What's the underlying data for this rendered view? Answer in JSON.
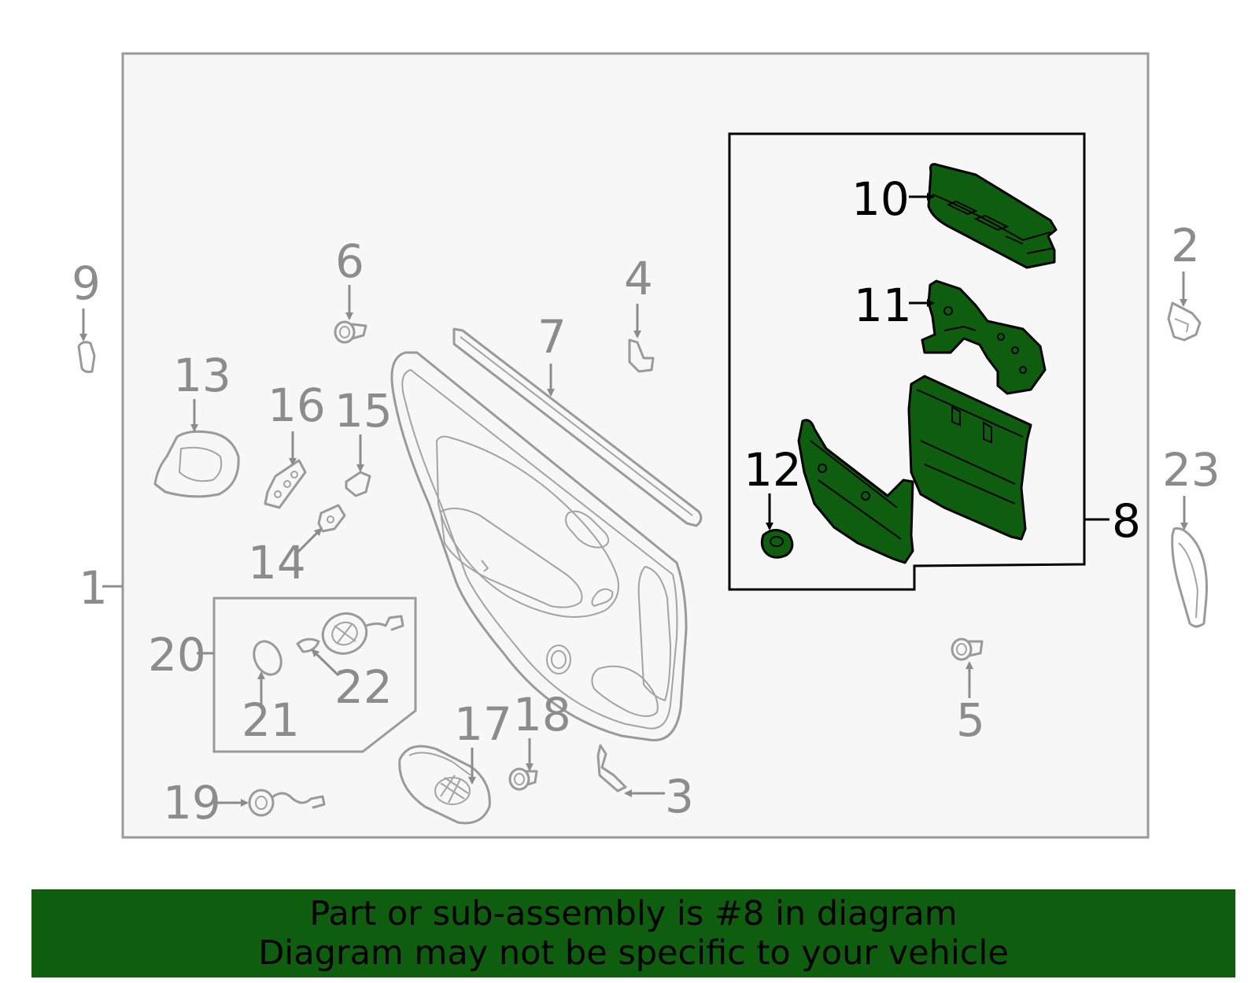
{
  "callouts": {
    "c1": "1",
    "c2": "2",
    "c3": "3",
    "c4": "4",
    "c5": "5",
    "c6": "6",
    "c7": "7",
    "c8": "8",
    "c9": "9",
    "c10": "10",
    "c11": "11",
    "c12": "12",
    "c13": "13",
    "c14": "14",
    "c15": "15",
    "c16": "16",
    "c17": "17",
    "c18": "18",
    "c19": "19",
    "c20": "20",
    "c21": "21",
    "c22": "22",
    "c23": "23"
  },
  "highlighted_part": "8",
  "colors": {
    "highlight": "#0f5e0f",
    "frame": "#9a9a9a",
    "background": "#f7f7f7",
    "banner": "#0f5e0f"
  },
  "banner": {
    "line1": "Part or sub-assembly is #8 in diagram",
    "line2": "Diagram may not be specific to your vehicle"
  }
}
